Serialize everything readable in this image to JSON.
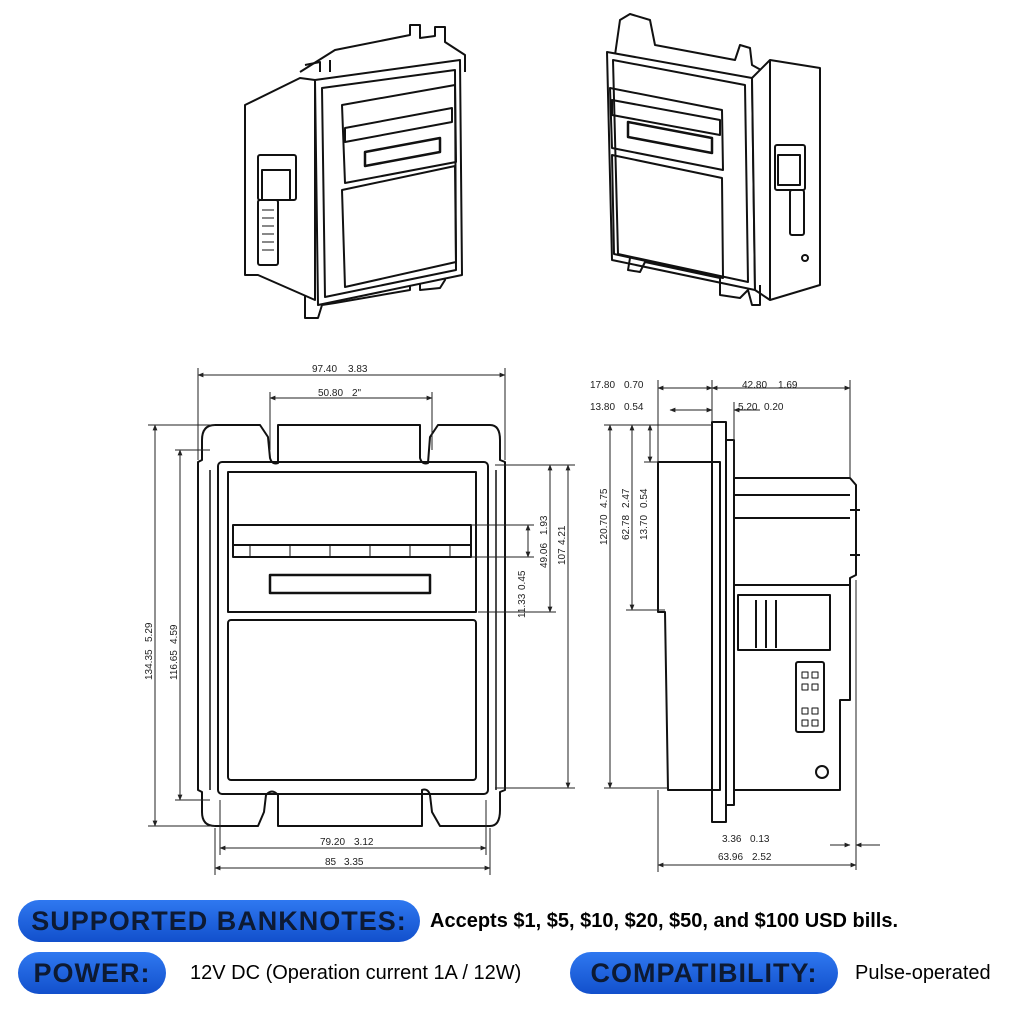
{
  "dimensions": {
    "overall_width": "97.40",
    "overall_width_in": "3.83",
    "slot_spacing": "50.80",
    "slot_spacing_in": "2\"",
    "overall_height": "134.35",
    "overall_height_in": "5.29",
    "inner_height": "116.65",
    "inner_height_in": "4.59",
    "bezel_height": "107",
    "bezel_height_in": "4.21",
    "slot_top": "49.06",
    "slot_top_in": "1.93",
    "slot_gap": "11.33",
    "slot_gap_in": "0.45",
    "mount_width": "79.20",
    "mount_width_in": "3.12",
    "base_width": "85",
    "base_width_in": "3.35",
    "side_front": "17.80",
    "side_front_in": "0.70",
    "side_depth": "42.80",
    "side_depth_in": "1.69",
    "side_inner": "13.80",
    "side_inner_in": "0.54",
    "flange": "5.20",
    "flange_in": "0.20",
    "side_height": "120.70",
    "side_height_in": "4.75",
    "side_mid": "62.78",
    "side_mid_in": "2.47",
    "side_slot": "13.70",
    "side_slot_in": "0.54",
    "rear_offset": "3.36",
    "rear_offset_in": "0.13",
    "total_depth": "63.96",
    "total_depth_in": "2.52"
  },
  "specs": {
    "banknotes_label": "SUPPORTED BANKNOTES:",
    "banknotes_value": "Accepts $1, $5, $10, $20, $50, and $100 USD bills.",
    "power_label": "POWER:",
    "power_value": "12V DC (Operation current 1A / 12W)",
    "compat_label": "COMPATIBILITY:",
    "compat_value": "Pulse-operated"
  }
}
